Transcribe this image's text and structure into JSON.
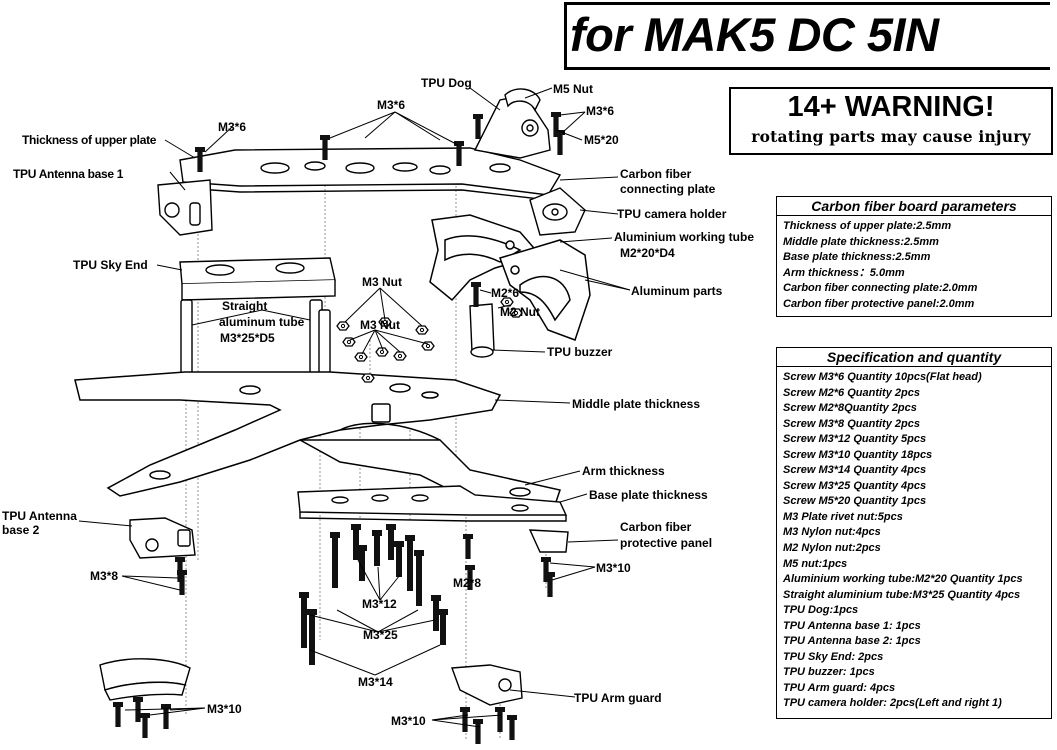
{
  "title": "for MAK5 DC 5IN",
  "warning": {
    "headline": "14+ WARNING!",
    "subtext": "rotating parts may cause injury"
  },
  "parameters": {
    "heading": "Carbon fiber board parameters",
    "lines": [
      "Thickness of upper plate:2.5mm",
      "Middle plate thickness:2.5mm",
      "Base plate thickness:2.5mm",
      "Arm thickness：5.0mm",
      "Carbon fiber connecting plate:2.0mm",
      "Carbon fiber protective panel:2.0mm"
    ]
  },
  "specification": {
    "heading": "Specification and quantity",
    "lines": [
      "Screw M3*6 Quantity 10pcs(Flat head)",
      "Screw M2*6 Quantity 2pcs",
      "Screw M2*8Quantity 2pcs",
      "Screw M3*8 Quantity 2pcs",
      "Screw M3*12 Quantity 5pcs",
      "Screw M3*10 Quantity 18pcs",
      "Screw M3*14 Quantity 4pcs",
      "Screw M3*25 Quantity 4pcs",
      "Screw M5*20 Quantity 1pcs",
      "M3 Plate rivet nut:5pcs",
      "M3 Nylon nut:4pcs",
      "M2 Nylon nut:2pcs",
      "M5 nut:1pcs",
      "Aluminium working tube:M2*20 Quantity 1pcs",
      "Straight aluminium tube:M3*25 Quantity 4pcs",
      "TPU Dog:1pcs",
      "TPU Antenna base 1: 1pcs",
      "TPU Antenna base 2: 1pcs",
      "TPU Sky End: 2pcs",
      "TPU buzzer: 1pcs",
      "TPU Arm guard: 4pcs",
      "TPU camera holder: 2pcs(Left and right 1)"
    ]
  },
  "callouts": {
    "tpu_dog": "TPU Dog",
    "m5_nut": "M5  Nut",
    "m3x6_top": "M3*6",
    "m3x6_right": "M3*6",
    "m3x6_left": "M3*6",
    "m5x20": "M5*20",
    "upper_plate": "Thickness of upper plate",
    "antenna_base_1": "TPU Antenna base 1",
    "cf_connecting_1": "Carbon fiber",
    "cf_connecting_2": "connecting plate",
    "camera_holder": "TPU camera holder",
    "alu_tube_1": "Aluminium working tube",
    "alu_tube_2": "M2*20*D4",
    "sky_end": "TPU Sky End",
    "m3_nut_1": "M3  Nut",
    "m3_nut_2": "M3  Nut",
    "straight_1": "Straight",
    "straight_2": "aluminum tube",
    "straight_3": "M3*25*D5",
    "m2x6": "M2*6",
    "m2_nut": "M2  Nut",
    "aluminum_parts": "Aluminum parts",
    "tpu_buzzer": "TPU buzzer",
    "middle_plate": "Middle plate thickness",
    "arm_thickness": "Arm thickness",
    "base_plate": "Base plate thickness",
    "antenna_base_2a": "TPU Antenna",
    "antenna_base_2b": "base 2",
    "cf_protective_1": "Carbon fiber",
    "cf_protective_2": "protective panel",
    "m3x8": "M3*8",
    "m3x12": "M3*12",
    "m2x8": "M2*8",
    "m3x10_right": "M3*10",
    "m3x25": "M3*25",
    "m3x14": "M3*14",
    "m3x10_left": "M3*10",
    "m3x10_bottom": "M3*10",
    "arm_guard": "TPU Arm guard"
  }
}
